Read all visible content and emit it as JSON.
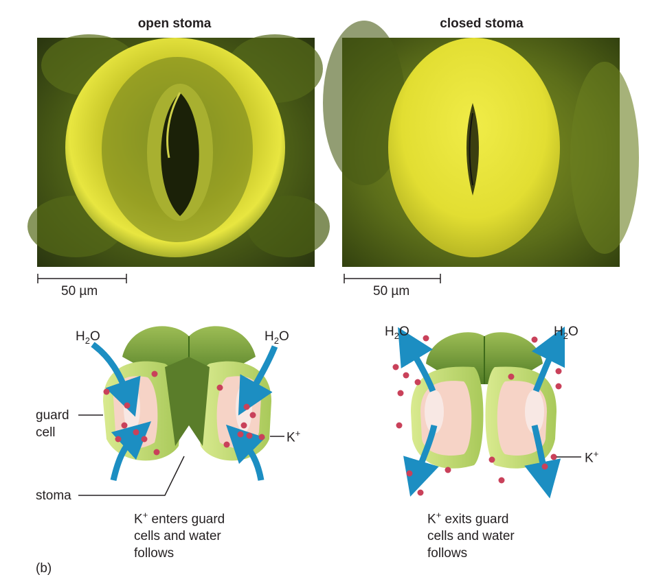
{
  "panels": [
    {
      "title": "open stoma",
      "scale_label": "50 µm",
      "water_labels": [
        "H",
        "2",
        "O"
      ],
      "ion_label": {
        "base": "K",
        "sup": "+"
      },
      "caption": [
        "K",
        "+",
        " enters guard",
        "cells and water",
        "follows"
      ]
    },
    {
      "title": "closed stoma",
      "scale_label": "50 µm",
      "water_labels": [
        "H",
        "2",
        "O"
      ],
      "ion_label": {
        "base": "K",
        "sup": "+"
      },
      "caption": [
        "K",
        "+",
        " exits guard",
        "cells and water",
        "follows"
      ]
    }
  ],
  "labels": {
    "guard_cell_line1": "guard",
    "guard_cell_line2": "cell",
    "stoma": "stoma",
    "panel_letter": "(b)"
  },
  "colors": {
    "photo_dark": "#3f5018",
    "photo_bright": "#e4e22a",
    "arrow_blue": "#1c8ec2",
    "potassium_dot": "#c9415a",
    "cell_green": "#a9c95a",
    "cell_pink": "#f6d3c6"
  }
}
